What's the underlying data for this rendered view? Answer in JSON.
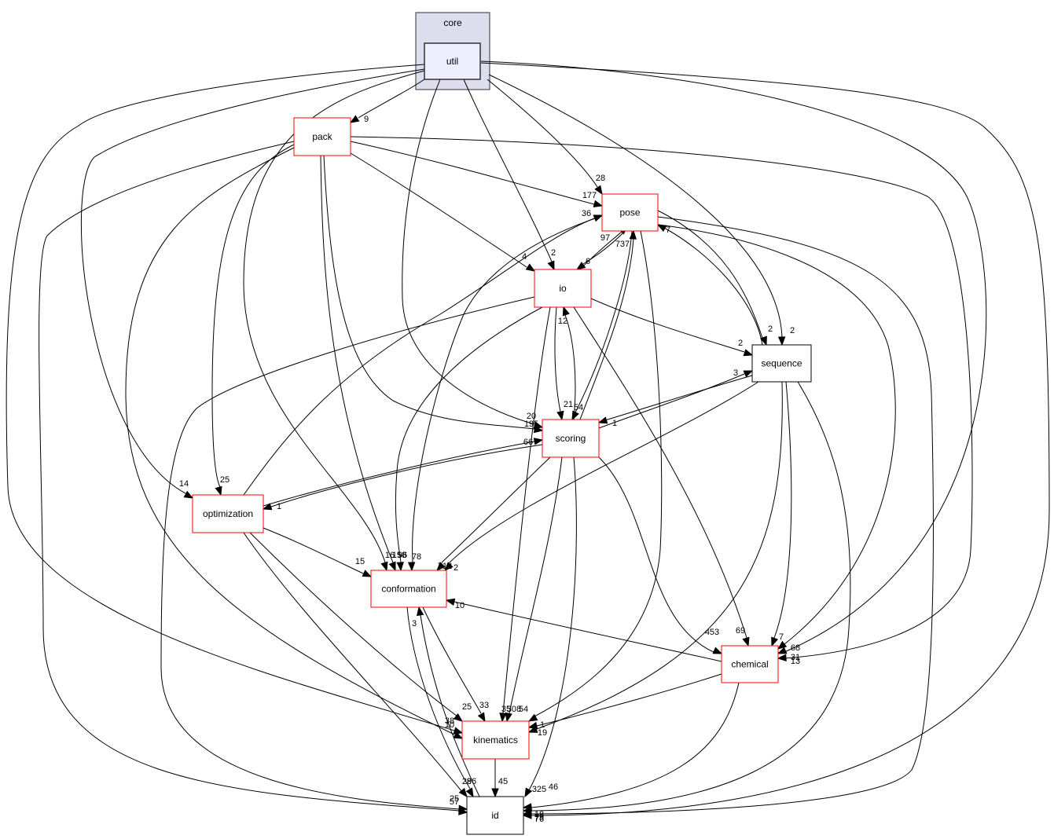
{
  "diagram": {
    "type": "directory-dependency-graph",
    "cluster": {
      "id": "core",
      "label": "core",
      "fill": "#ddddee",
      "stroke": "#333333"
    },
    "focus_node": {
      "id": "util",
      "label": "util",
      "fill": "#eeeeff",
      "stroke": "#333333"
    },
    "colors": {
      "red_border": "#ff0000",
      "black_border": "#000000",
      "edge": "#000000"
    },
    "nodes": [
      {
        "id": "util",
        "label": "util",
        "style": "focus"
      },
      {
        "id": "pack",
        "label": "pack",
        "style": "red"
      },
      {
        "id": "pose",
        "label": "pose",
        "style": "red"
      },
      {
        "id": "io",
        "label": "io",
        "style": "red"
      },
      {
        "id": "sequence",
        "label": "sequence",
        "style": "black"
      },
      {
        "id": "scoring",
        "label": "scoring",
        "style": "red"
      },
      {
        "id": "optimization",
        "label": "optimization",
        "style": "red"
      },
      {
        "id": "conformation",
        "label": "conformation",
        "style": "red"
      },
      {
        "id": "chemical",
        "label": "chemical",
        "style": "red"
      },
      {
        "id": "kinematics",
        "label": "kinematics",
        "style": "red"
      },
      {
        "id": "id",
        "label": "id",
        "style": "black"
      }
    ],
    "edges": [
      {
        "from": "util",
        "to": "pack",
        "label": "9"
      },
      {
        "from": "util",
        "to": "pose",
        "label": "28"
      },
      {
        "from": "util",
        "to": "io",
        "label": "2"
      },
      {
        "from": "util",
        "to": "sequence",
        "label": "2"
      },
      {
        "from": "util",
        "to": "scoring",
        "label": "20"
      },
      {
        "from": "util",
        "to": "optimization",
        "label": "14"
      },
      {
        "from": "util",
        "to": "conformation",
        "label": "16"
      },
      {
        "from": "util",
        "to": "chemical",
        "label": "31"
      },
      {
        "from": "util",
        "to": "kinematics",
        "label": "38"
      },
      {
        "from": "util",
        "to": "id",
        "label": "76"
      },
      {
        "from": "pack",
        "to": "pose",
        "label": "177"
      },
      {
        "from": "pack",
        "to": "io",
        "label": "4"
      },
      {
        "from": "pack",
        "to": "scoring",
        "label": "195"
      },
      {
        "from": "pack",
        "to": "optimization",
        "label": "25"
      },
      {
        "from": "pack",
        "to": "conformation",
        "label": "158"
      },
      {
        "from": "pack",
        "to": "chemical",
        "label": "13"
      },
      {
        "from": "pack",
        "to": "kinematics",
        "label": "10"
      },
      {
        "from": "pack",
        "to": "id",
        "label": "57"
      },
      {
        "from": "pose",
        "to": "io",
        "label": "6"
      },
      {
        "from": "pose",
        "to": "sequence",
        "label": "2"
      },
      {
        "from": "pose",
        "to": "scoring",
        "label": "54"
      },
      {
        "from": "pose",
        "to": "conformation",
        "label": "78"
      },
      {
        "from": "pose",
        "to": "chemical",
        "label": "68"
      },
      {
        "from": "pose",
        "to": "kinematics",
        "label": "308"
      },
      {
        "from": "pose",
        "to": "id",
        "label": "79"
      },
      {
        "from": "io",
        "to": "pose",
        "label": "97"
      },
      {
        "from": "io",
        "to": "sequence",
        "label": "2"
      },
      {
        "from": "io",
        "to": "scoring",
        "label": "21"
      },
      {
        "from": "io",
        "to": "conformation",
        "label": "96"
      },
      {
        "from": "io",
        "to": "chemical",
        "label": "69"
      },
      {
        "from": "io",
        "to": "kinematics",
        "label": "35"
      },
      {
        "from": "io",
        "to": "id",
        "label": "25"
      },
      {
        "from": "sequence",
        "to": "pose",
        "label": "7"
      },
      {
        "from": "sequence",
        "to": "scoring",
        "label": "1"
      },
      {
        "from": "sequence",
        "to": "conformation",
        "label": "2"
      },
      {
        "from": "sequence",
        "to": "chemical",
        "label": "7"
      },
      {
        "from": "sequence",
        "to": "kinematics",
        "label": "19"
      },
      {
        "from": "sequence",
        "to": "id",
        "label": "18"
      },
      {
        "from": "scoring",
        "to": "pose",
        "label": "737"
      },
      {
        "from": "scoring",
        "to": "io",
        "label": "12"
      },
      {
        "from": "scoring",
        "to": "sequence",
        "label": "3"
      },
      {
        "from": "scoring",
        "to": "optimization",
        "label": "1"
      },
      {
        "from": "scoring",
        "to": "conformation",
        "label": "712"
      },
      {
        "from": "scoring",
        "to": "chemical",
        "label": "453"
      },
      {
        "from": "scoring",
        "to": "kinematics",
        "label": "54"
      },
      {
        "from": "scoring",
        "to": "id",
        "label": "325"
      },
      {
        "from": "optimization",
        "to": "pose",
        "label": "36"
      },
      {
        "from": "optimization",
        "to": "scoring",
        "label": "66"
      },
      {
        "from": "optimization",
        "to": "conformation",
        "label": "15"
      },
      {
        "from": "optimization",
        "to": "kinematics",
        "label": "25"
      },
      {
        "from": "optimization",
        "to": "id",
        "label": "29"
      },
      {
        "from": "conformation",
        "to": "kinematics",
        "label": "33"
      },
      {
        "from": "conformation",
        "to": "id",
        "label": "86"
      },
      {
        "from": "chemical",
        "to": "conformation",
        "label": "10"
      },
      {
        "from": "chemical",
        "to": "kinematics",
        "label": "1"
      },
      {
        "from": "chemical",
        "to": "id",
        "label": "46"
      },
      {
        "from": "kinematics",
        "to": "conformation",
        "label": "3"
      },
      {
        "from": "kinematics",
        "to": "id",
        "label": "45"
      }
    ]
  }
}
